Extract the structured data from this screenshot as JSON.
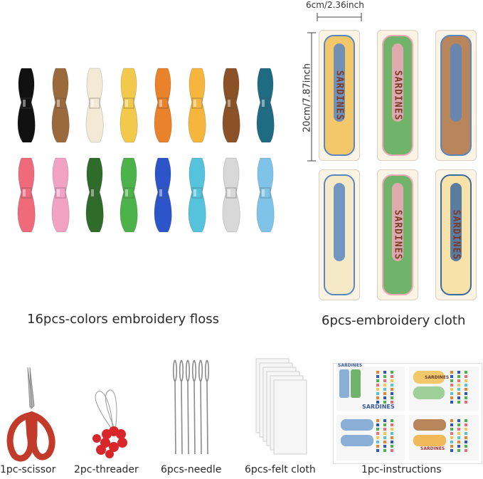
{
  "captions": {
    "floss": "16pcs-colors embroidery floss",
    "cloth": "6pcs-embroidery cloth",
    "scissor": "1pc-scissor",
    "threader": "2pc-threader",
    "needle": "6pcs-needle",
    "felt": "6pcs-felt cloth",
    "instructions": "1pc-instructions"
  },
  "dimensions": {
    "width": "6cm/2.36inch",
    "height": "20cm/7.87inch"
  },
  "floss_colors": {
    "row1": [
      "#111111",
      "#9b6a3c",
      "#f3ead6",
      "#f2c94a",
      "#e9822a",
      "#f6b63e",
      "#8a5226",
      "#1f6b82"
    ],
    "row2": [
      "#ef6a7a",
      "#f2a3c3",
      "#2f6b2a",
      "#4cb24a",
      "#2c55c9",
      "#56c3dc",
      "#d8d8d8",
      "#7fc4e8"
    ]
  },
  "cards": [
    {
      "text": "SARDINES",
      "bg": "#f3c86a",
      "accent": "#5b86c0"
    },
    {
      "text": "SARDINES",
      "bg": "#6fb46a",
      "accent": "#f2a8b8"
    },
    {
      "text": "",
      "bg": "#b8865a",
      "accent": "#5b86c0"
    },
    {
      "text": "",
      "bg": "#f6e9c8",
      "accent": "#5b86c0"
    },
    {
      "text": "SARDINES",
      "bg": "#6fb46a",
      "accent": "#f2a8b8"
    },
    {
      "text": "SARDINES",
      "bg": "#f7e3a8",
      "accent": "#3f6aa0"
    }
  ],
  "sheet_labels": {
    "top_left": "SARDINES",
    "top_right": "SARDINES",
    "mid_label": "SARDINES",
    "bottom_right": "SARDINES"
  }
}
